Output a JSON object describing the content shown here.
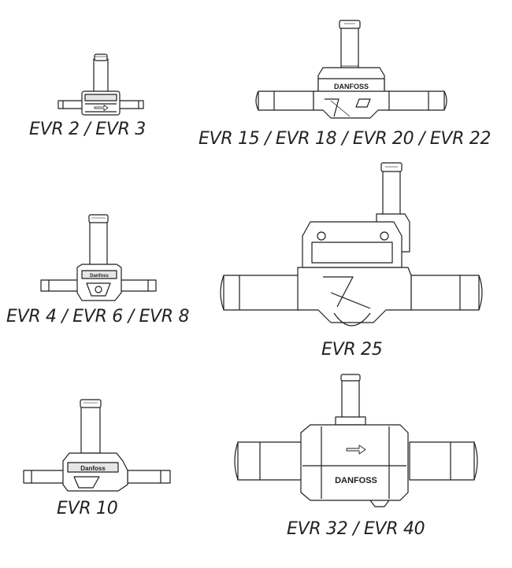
{
  "colors": {
    "line": "#1e1e1e",
    "fill": "#ffffff",
    "shade": "#d9d9d9",
    "text": "#222222"
  },
  "brand_text": "DANFOSS",
  "brand_text_small": "Danfoss",
  "valves": [
    {
      "id": "evr-2-3",
      "label": "EVR 2 / EVR 3"
    },
    {
      "id": "evr-15-22",
      "label": "EVR 15 / EVR 18 / EVR 20 / EVR 22"
    },
    {
      "id": "evr-4-8",
      "label": "EVR 4 / EVR 6 / EVR 8"
    },
    {
      "id": "evr-25",
      "label": "EVR 25"
    },
    {
      "id": "evr-10",
      "label": "EVR 10"
    },
    {
      "id": "evr-32-40",
      "label": "EVR 32 / EVR 40"
    }
  ]
}
